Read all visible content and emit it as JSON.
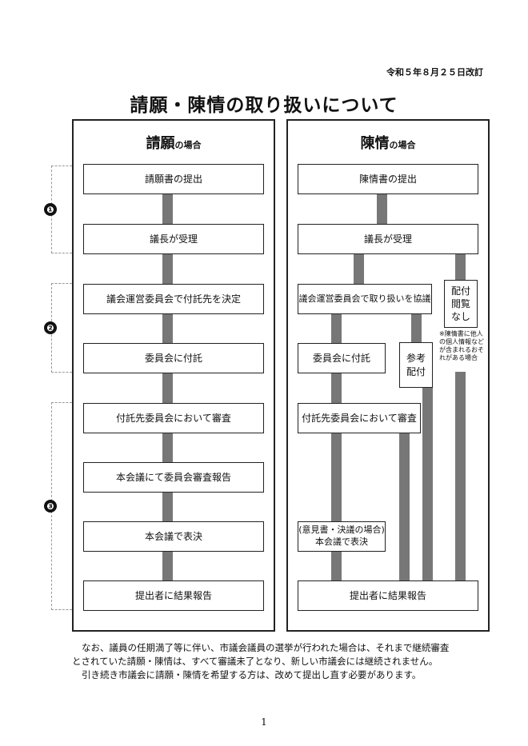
{
  "revision_date": "令和５年８月２５日改訂",
  "title": "請願・陳情の取り扱いについて",
  "steps": [
    "❶",
    "❷",
    "❸"
  ],
  "petition": {
    "title_main": "請願",
    "title_suffix": "の場合",
    "boxes": [
      "請願書の提出",
      "議長が受理",
      "議会運営委員会で付託先を決定",
      "委員会に付託",
      "付託先委員会において審査",
      "本会議にて委員会審査報告",
      "本会議で表決",
      "提出者に結果報告"
    ]
  },
  "appeal": {
    "title_main": "陳情",
    "title_suffix": "の場合",
    "boxes": {
      "submit": "陳情書の提出",
      "accept": "議長が受理",
      "discuss": "議会運営委員会で取り扱いを協議",
      "refer": "委員会に付託",
      "reference_dist": [
        "参考",
        "配付"
      ],
      "no_dist": [
        "配付",
        "閲覧",
        "なし"
      ],
      "review": "付託先委員会において審査",
      "vote": [
        "(意見書・決議の場合)",
        "本会議で表決"
      ],
      "report": "提出者に結果報告"
    },
    "note": [
      "※陳情書に他人",
      "の個人情報など",
      "が含まれるおそ",
      "れがある場合"
    ]
  },
  "footer": [
    "なお、議員の任期満了等に伴い、市議会議員の選挙が行われた場合は、それまで継続審査",
    "とされていた請願・陳情は、すべて審議未了となり、新しい市議会には継続されません。",
    "引き続き市議会に請願・陳情を希望する方は、改めて提出し直す必要があります。"
  ],
  "page_number": "1"
}
